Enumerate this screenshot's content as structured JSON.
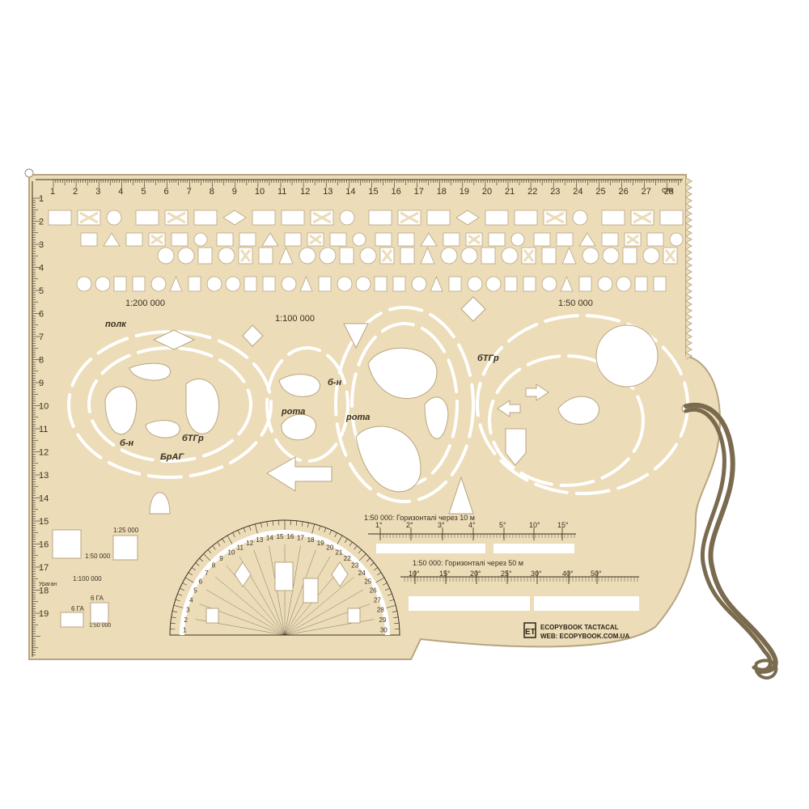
{
  "colors": {
    "plate": "#ecdcb8",
    "plate_edge": "#b8a582",
    "cutout": "#ffffff",
    "ink": "#3a3020",
    "cord": "#7a6a4e"
  },
  "ruler": {
    "top_numbers": [
      "1",
      "2",
      "3",
      "4",
      "5",
      "6",
      "7",
      "8",
      "9",
      "10",
      "11",
      "12",
      "13",
      "14",
      "15",
      "16",
      "17",
      "18",
      "19",
      "20",
      "21",
      "22",
      "23",
      "24",
      "25",
      "26",
      "27",
      "28"
    ],
    "top_unit": "cm",
    "left_numbers": [
      "1",
      "2",
      "3",
      "4",
      "5",
      "6",
      "7",
      "8",
      "9",
      "10",
      "11",
      "12",
      "13",
      "14",
      "15",
      "16",
      "17",
      "18",
      "19"
    ]
  },
  "scales": {
    "s1": "1:200 000",
    "s2": "1:100 000",
    "s3": "1:50 000",
    "s4": "1:25 000",
    "s5": "1:50 000",
    "s6": "1:100 000",
    "s7": "1:25 000",
    "s8": "1:50 000"
  },
  "labels": {
    "polk": "полк",
    "btgr_1": "бТГр",
    "bn_1": "б-н",
    "brag": "БрАГ",
    "rota_1": "рота",
    "bn_2": "б-н",
    "rota_2": "рота",
    "btgr_2": "бТГр",
    "ga_6_1": "6 ГА",
    "ga_6_2": "6 ГА",
    "uragan": "Ураган"
  },
  "contours": {
    "c10": "1:50 000: Горизонталі через 10 м",
    "c10_ticks": [
      "1°",
      "2°",
      "3°",
      "4°",
      "5°",
      "10°",
      "15°"
    ],
    "c50": "1:50 000: Горизонталі через 50 м",
    "c50_ticks": [
      "10°",
      "15°",
      "20°",
      "25°",
      "30°",
      "40°",
      "50°"
    ]
  },
  "protractor": {
    "outer": [
      "1",
      "2",
      "3",
      "4",
      "5",
      "6",
      "7",
      "8",
      "9",
      "10",
      "11",
      "12",
      "13",
      "14",
      "15",
      "16",
      "17",
      "18",
      "19",
      "20",
      "21",
      "22",
      "23",
      "24",
      "25",
      "26",
      "27",
      "28",
      "29",
      "30"
    ]
  },
  "brand": {
    "logo": "ET",
    "name": "ECOPYBOOK TACTACAL",
    "web": "WEB: ECOPYBOOK.COM.UA"
  }
}
